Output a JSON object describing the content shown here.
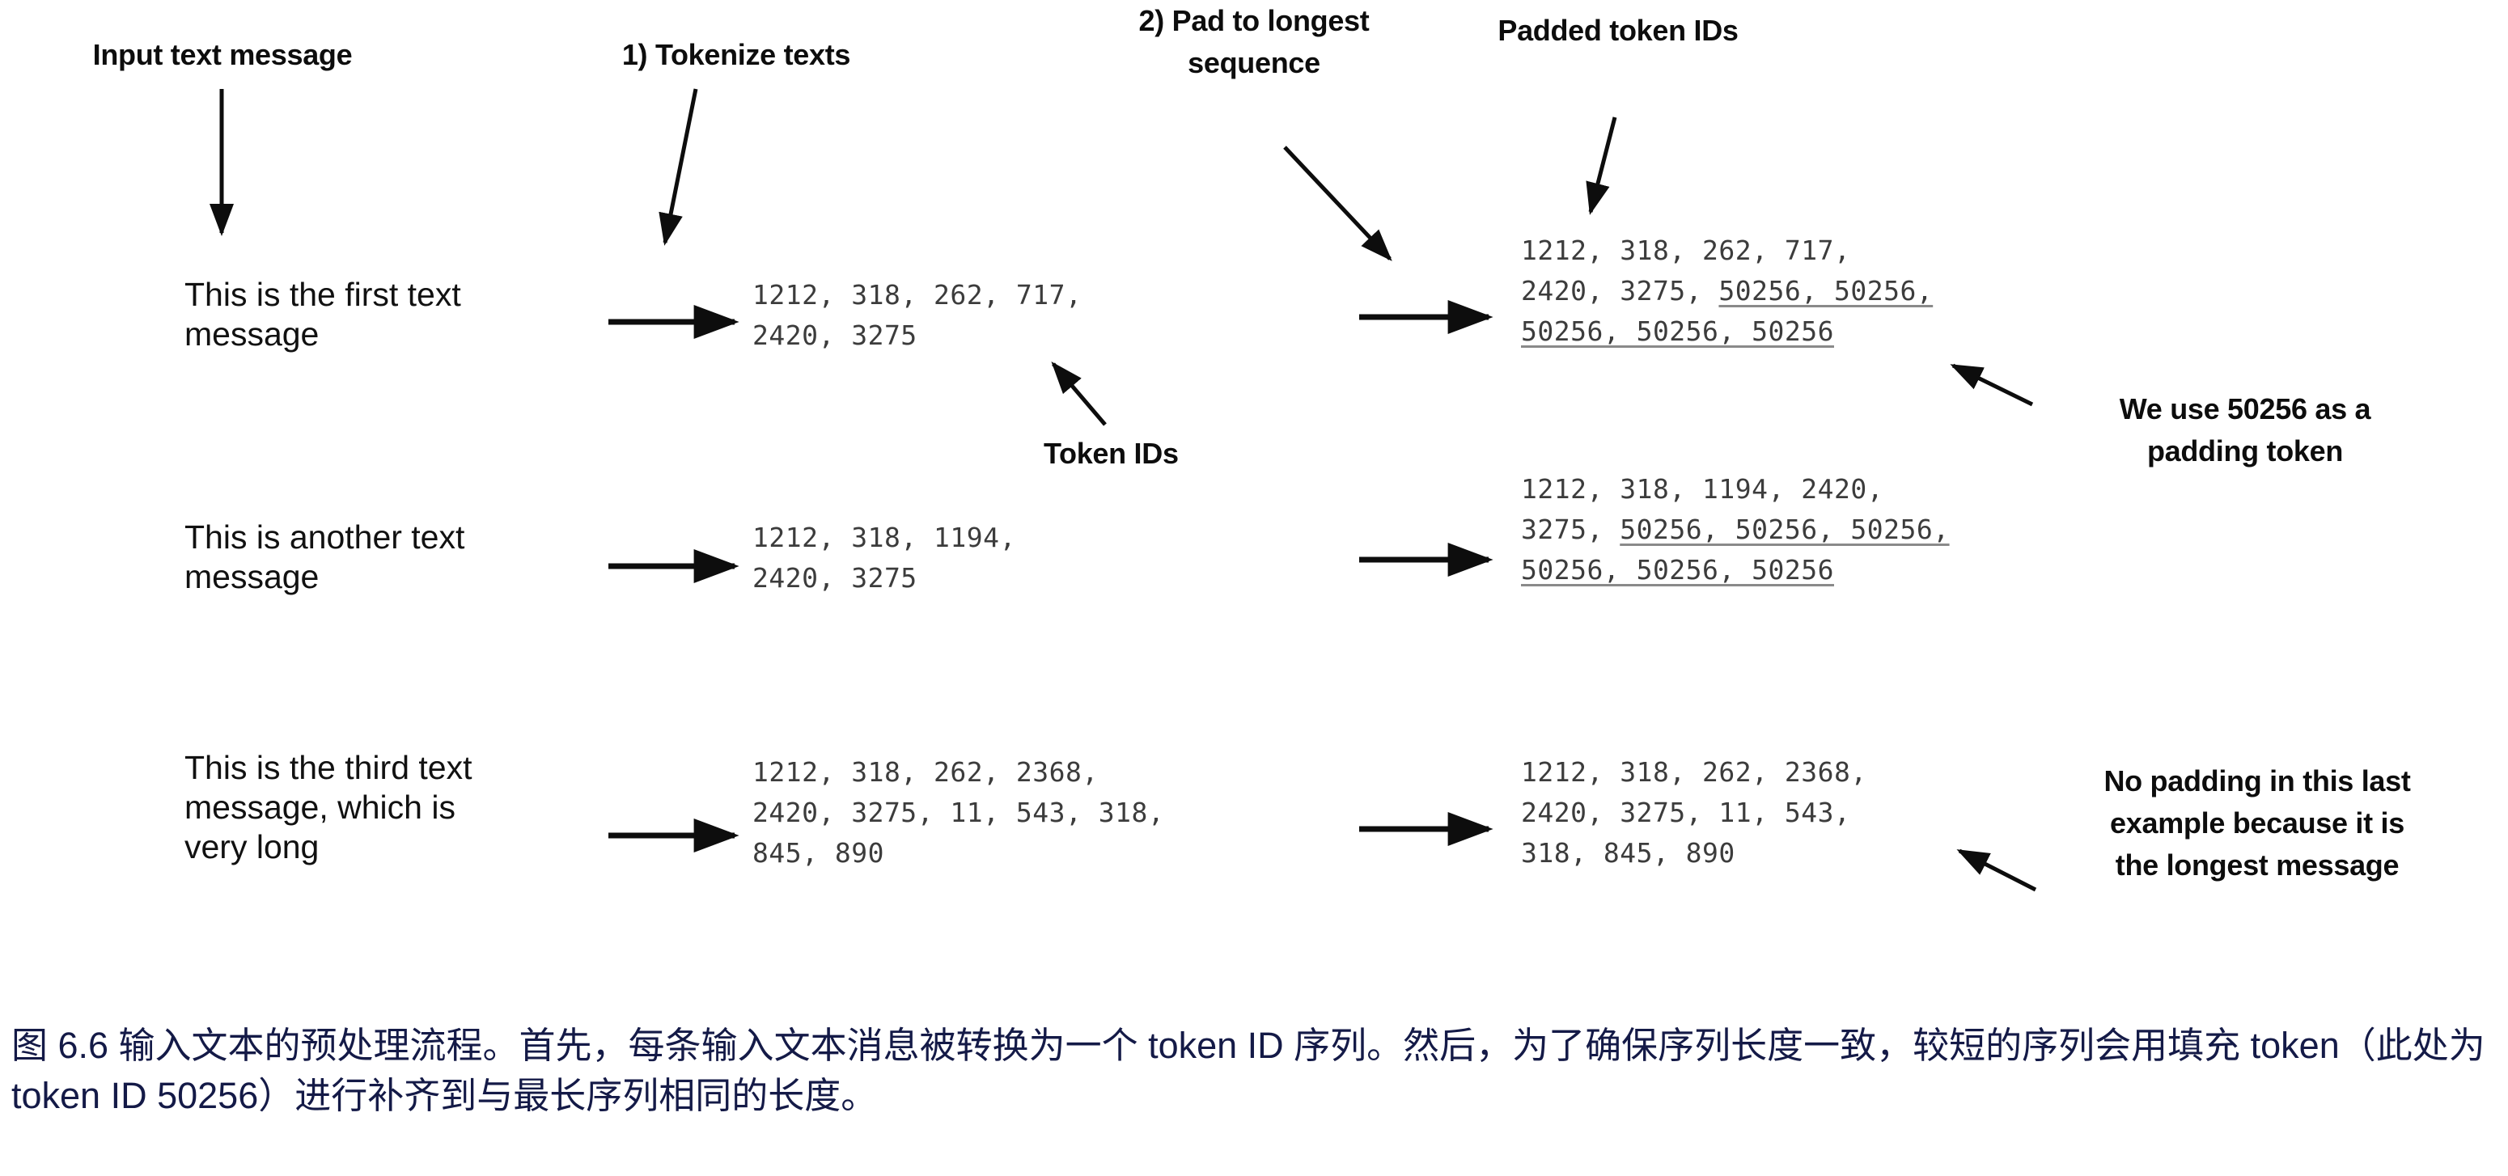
{
  "figure": {
    "annotations": {
      "input_text_message": "Input text message",
      "tokenize_texts": "1) Tokenize texts",
      "pad_to_longest": "2) Pad to longest\nsequence",
      "padded_token_ids": "Padded token IDs",
      "token_ids": "Token IDs",
      "we_use_padding": "We use 50256 as a\npadding token",
      "no_padding": "No padding in this last\nexample because it is\nthe longest message"
    },
    "padding_token_id": "50256",
    "rows": [
      {
        "message": "This is the first text\nmessage",
        "token_ids": "1212, 318, 262, 717,\n2420, 3275",
        "padded_prefix": "1212, 318, 262, 717,\n2420, 3275, ",
        "padded_suffix": "50256, 50256,\n50256, 50256, 50256"
      },
      {
        "message": "This is another text\nmessage",
        "token_ids": "1212, 318, 1194,\n2420, 3275",
        "padded_prefix": "1212, 318, 1194, 2420,\n3275, ",
        "padded_suffix": "50256, 50256, 50256,\n50256, 50256, 50256"
      },
      {
        "message": "This is the third text\nmessage, which is\nvery long",
        "token_ids": "1212, 318, 262, 2368,\n2420, 3275, 11, 543, 318,\n845, 890",
        "padded_prefix": "1212, 318, 262, 2368,\n2420, 3275, 11, 543,\n318, 845, 890",
        "padded_suffix": ""
      }
    ],
    "caption": "图 6.6 输入文本的预处理流程。首先，每条输入文本消息被转换为一个 token ID 序列。然后，为了确保序列长度一致，较短的序列会用填充 token（此处为 token ID 50256）进行补齐到与最长序列相同的长度。",
    "colors": {
      "ink": "#0d0d0d",
      "token_text": "#3c3c3c",
      "caption": "#141a47",
      "underline": "#8a8a8a",
      "background": "#ffffff"
    }
  }
}
